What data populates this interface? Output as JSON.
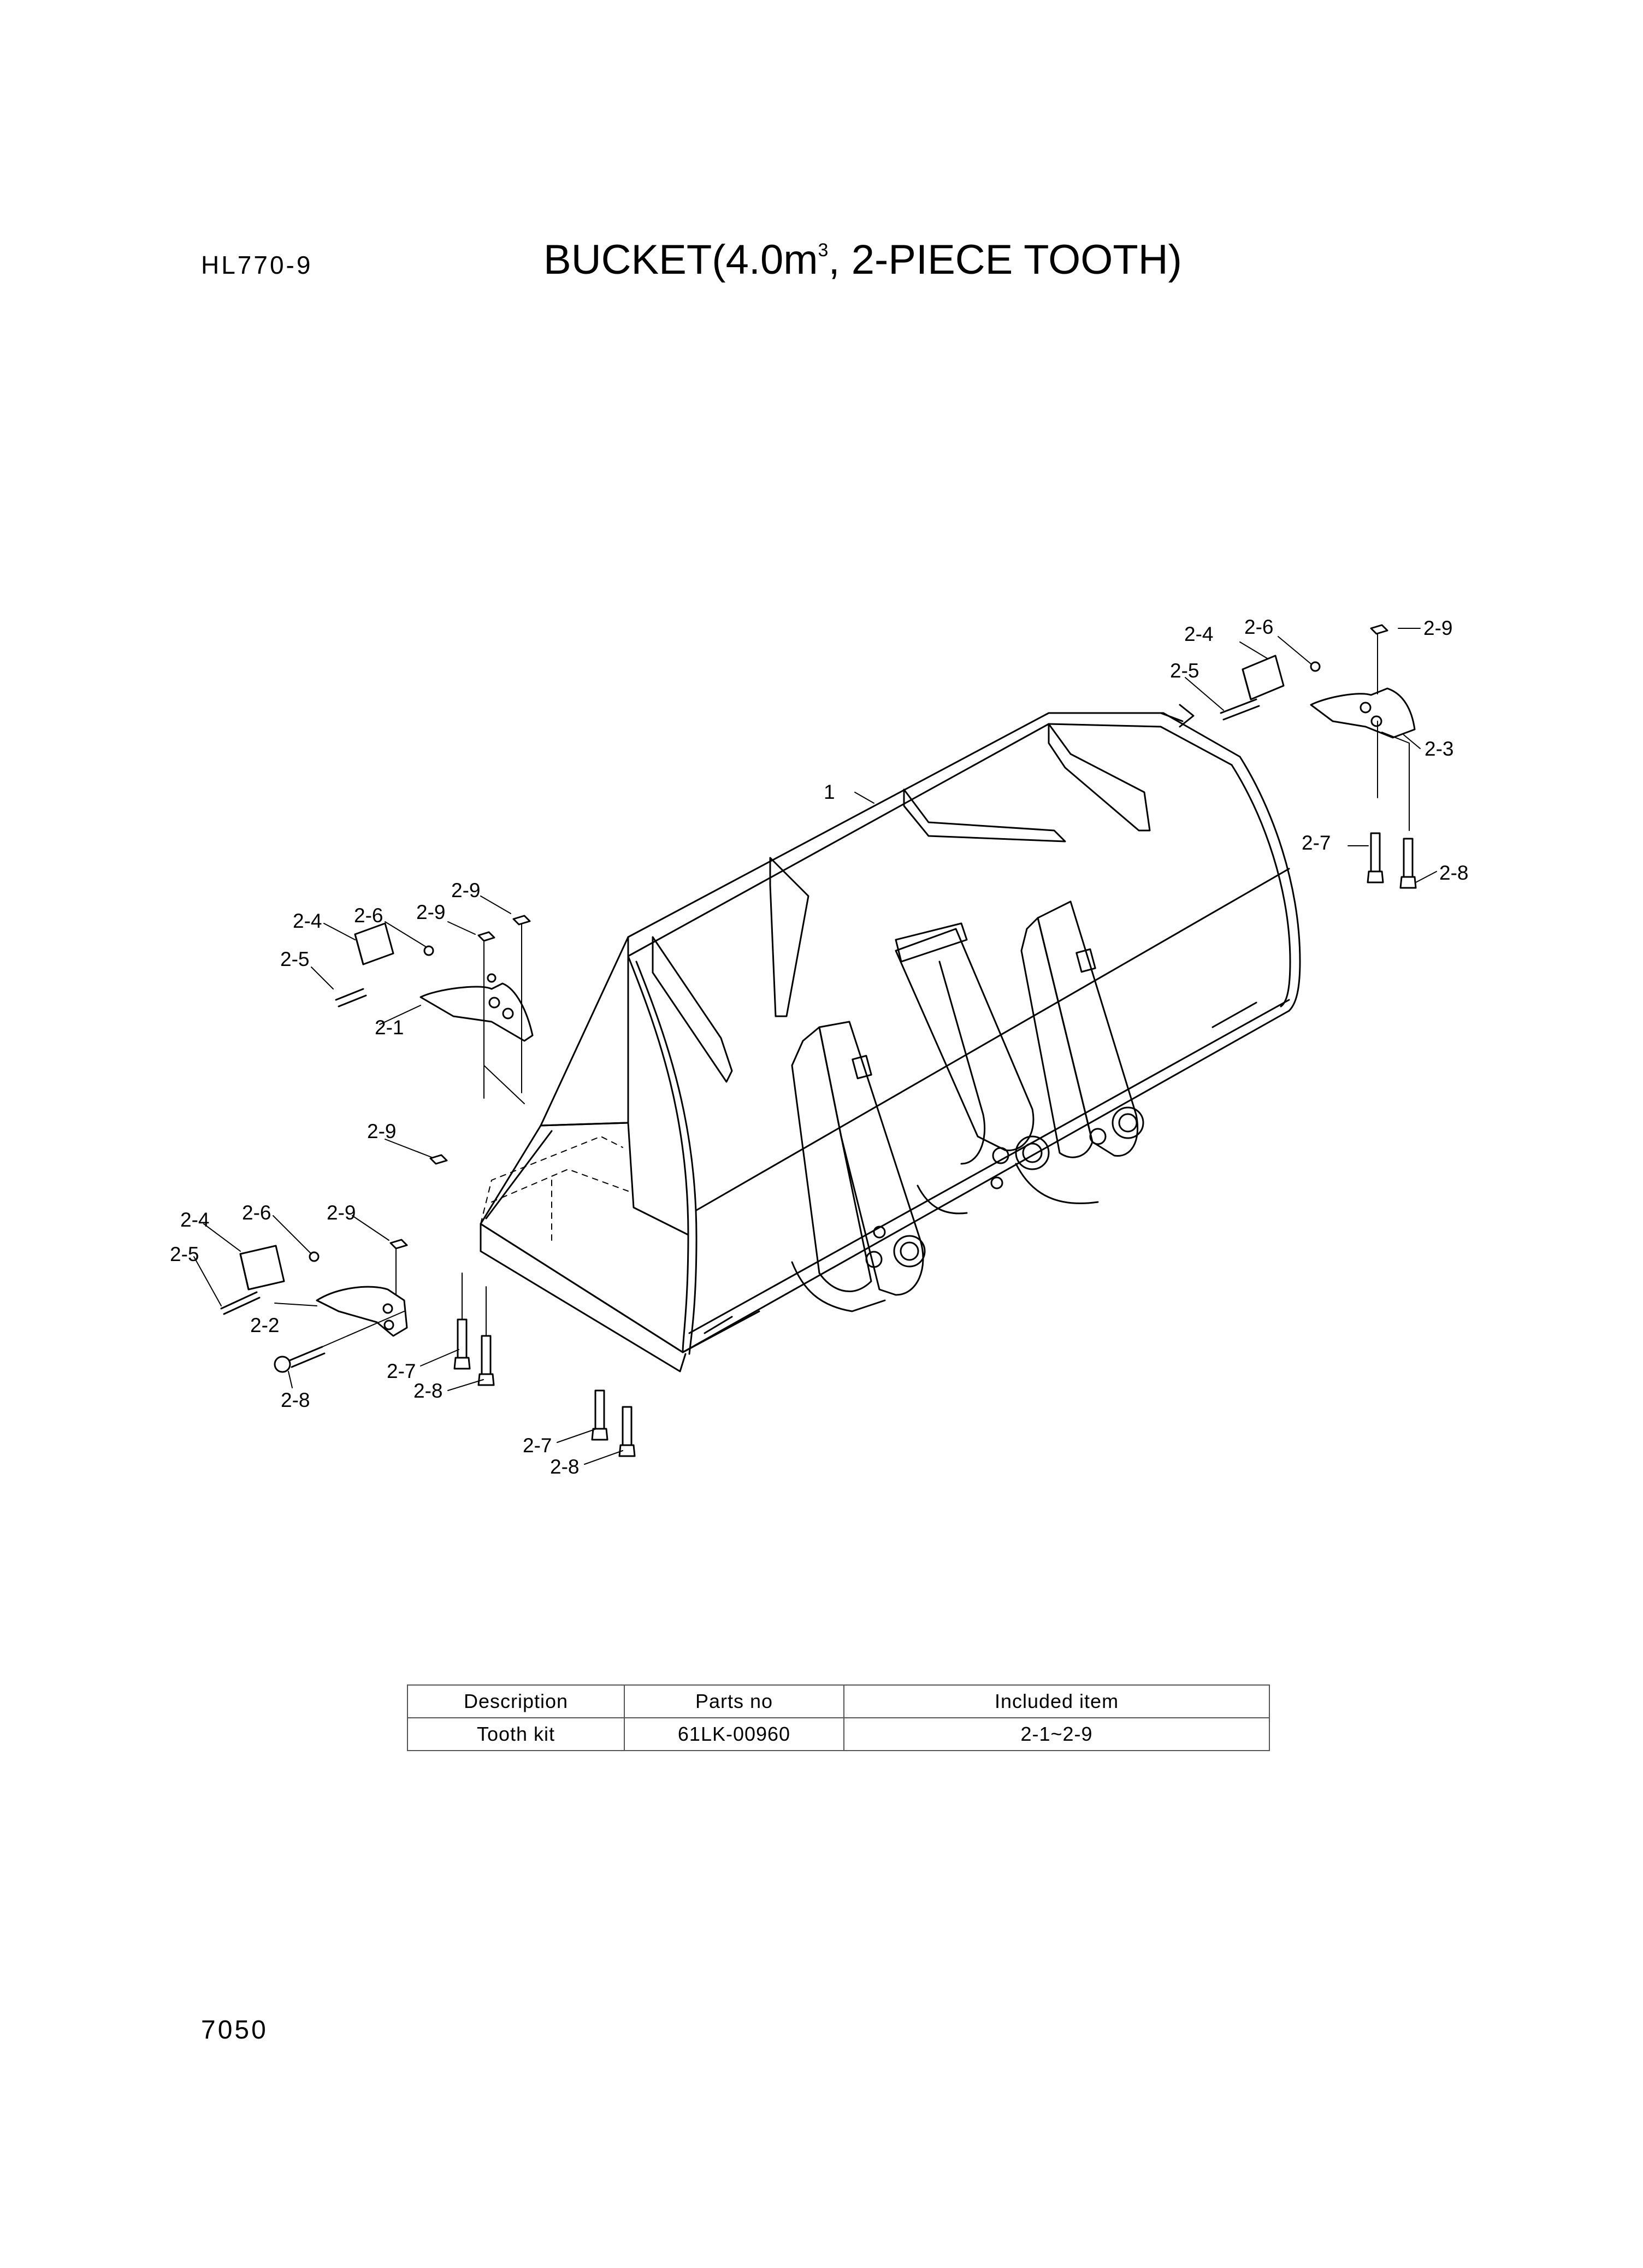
{
  "header": {
    "model": "HL770-9",
    "title_main": "BUCKET(4.0m",
    "title_sup": "3",
    "title_rest": ", 2-PIECE TOOTH)"
  },
  "callouts": {
    "bucket": "1",
    "l_2_1": "2-1",
    "l_2_2": "2-2",
    "l_2_3": "2-3",
    "l_2_4a": "2-4",
    "l_2_4b": "2-4",
    "l_2_4c": "2-4",
    "l_2_5a": "2-5",
    "l_2_5b": "2-5",
    "l_2_5c": "2-5",
    "l_2_6a": "2-6",
    "l_2_6b": "2-6",
    "l_2_6c": "2-6",
    "l_2_7a": "2-7",
    "l_2_7b": "2-7",
    "l_2_7c": "2-7",
    "l_2_8a": "2-8",
    "l_2_8b": "2-8",
    "l_2_8c": "2-8",
    "l_2_8d": "2-8",
    "l_2_9a": "2-9",
    "l_2_9b": "2-9",
    "l_2_9c": "2-9",
    "l_2_9d": "2-9",
    "l_2_9e": "2-9"
  },
  "parts_table": {
    "headers": [
      "Description",
      "Parts no",
      "Included item"
    ],
    "rows": [
      [
        "Tooth kit",
        "61LK-00960",
        "2-1~2-9"
      ]
    ]
  },
  "footer": {
    "page_number": "7050"
  }
}
